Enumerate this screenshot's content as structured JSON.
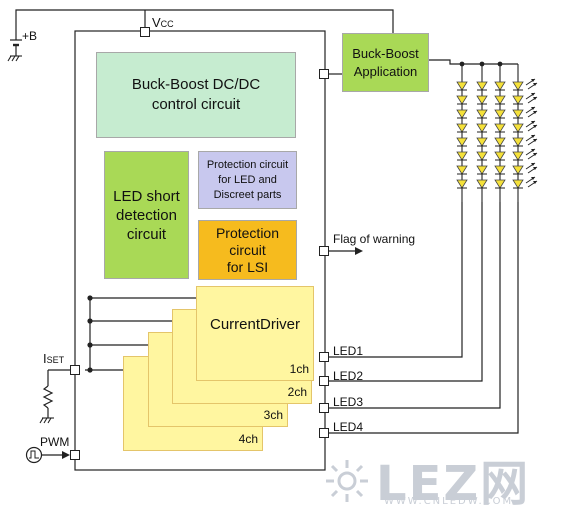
{
  "labels": {
    "plus_b": "+B",
    "vcc_prefix": "V",
    "vcc_sub": "CC",
    "buck_boost_dcdc": [
      "Buck-Boost DC/DC",
      "control circuit"
    ],
    "buck_boost_app": [
      "Buck-Boost",
      "Application"
    ],
    "led_short": [
      "LED short",
      "detection",
      "circuit"
    ],
    "protection_led": [
      "Protection circuit",
      "for LED and",
      "Discreet parts"
    ],
    "protection_lsi": [
      "Protection",
      "circuit",
      "for LSI"
    ],
    "flag": "Flag of warning",
    "current_driver": [
      "Current",
      "Driver"
    ],
    "channels": [
      "1ch",
      "2ch",
      "3ch",
      "4ch"
    ],
    "led_pins": [
      "LED1",
      "LED2",
      "LED3",
      "LED4"
    ],
    "iset_prefix": "I",
    "iset_sub": "SET",
    "pwm": "PWM",
    "watermark_main": "LEZ网",
    "watermark_url": "WWW.CNLEDW.COM"
  },
  "colors": {
    "dcdc_fill": "#c6ecd0",
    "green_fill": "#a9d956",
    "lav_fill": "#c8c8ee",
    "orange_fill": "#f6bb1e",
    "driver_fill": "#fff6a0",
    "led_fill": "#f5e13a"
  },
  "icons": {
    "battery": "battery-icon",
    "ground": "ground-icon",
    "resistor": "resistor-icon",
    "pwm_source": "pulse-source-icon",
    "led": "led-icon"
  }
}
